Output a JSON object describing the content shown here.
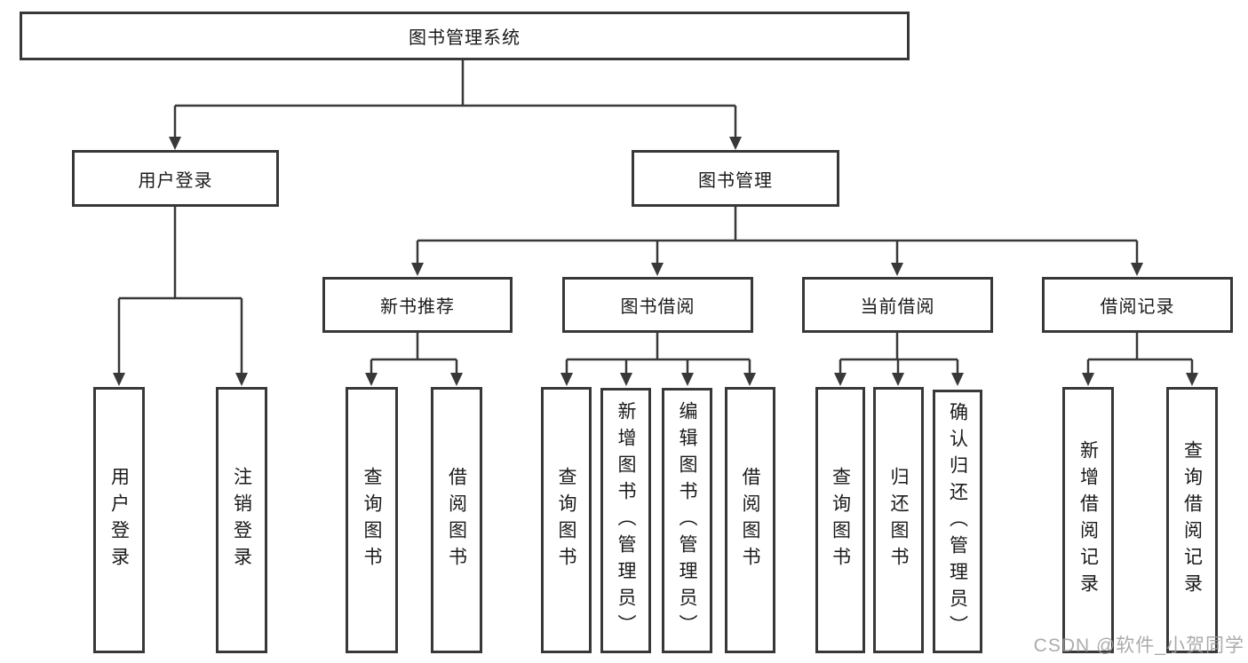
{
  "diagram": {
    "root": {
      "label": "图书管理系统"
    },
    "branches": [
      {
        "label": "用户登录",
        "children": [
          {
            "label": "用户登录"
          },
          {
            "label": "注销登录"
          }
        ]
      },
      {
        "label": "图书管理",
        "children": [
          {
            "label": "新书推荐",
            "children": [
              {
                "label": "查询图书"
              },
              {
                "label": "借阅图书"
              }
            ]
          },
          {
            "label": "图书借阅",
            "children": [
              {
                "label": "查询图书"
              },
              {
                "label": "新增图书（管理员）"
              },
              {
                "label": "编辑图书（管理员）"
              },
              {
                "label": "借阅图书"
              }
            ]
          },
          {
            "label": "当前借阅",
            "children": [
              {
                "label": "查询图书"
              },
              {
                "label": "归还图书"
              },
              {
                "label": "确认归还（管理员）"
              }
            ]
          },
          {
            "label": "借阅记录",
            "children": [
              {
                "label": "新增借阅记录"
              },
              {
                "label": "查询借阅记录"
              }
            ]
          }
        ]
      }
    ]
  },
  "watermark": {
    "text": "CSDN @软件_小贺同学"
  },
  "colors": {
    "line": "#383838",
    "border": "#383838",
    "text": "#1a1a1a",
    "node_fill": "#ffffff",
    "background": "#ffffff",
    "watermark": "#9c9c9c"
  }
}
